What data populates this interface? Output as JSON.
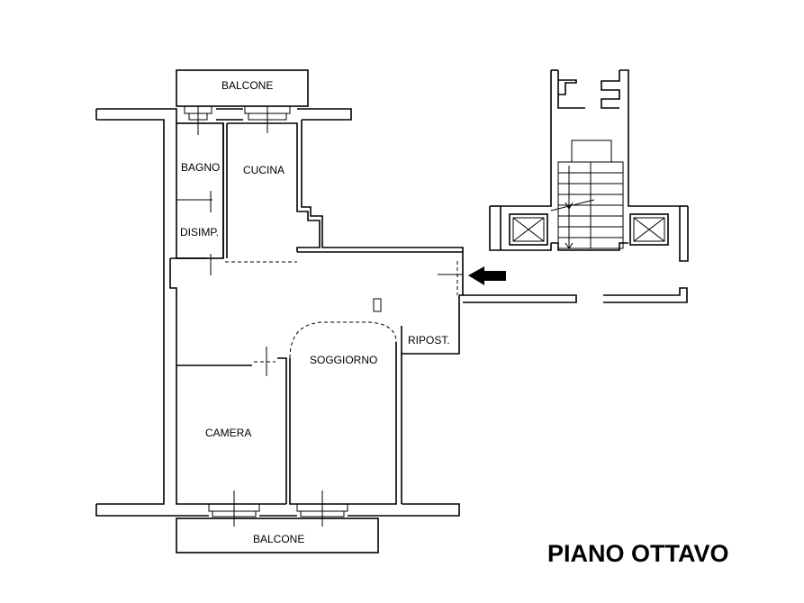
{
  "rooms": {
    "balcone_top": "BALCONE",
    "bagno": "BAGNO",
    "cucina": "CUCINA",
    "disimp": "DISIMP.",
    "ripost": "RIPOST.",
    "soggiorno": "SOGGIORNO",
    "camera": "CAMERA",
    "balcone_bottom": "BALCONE"
  },
  "floor_label": "PIANO OTTAVO",
  "icons": {
    "entrance_arrow": "entrance-arrow-icon",
    "stair": "staircase-icon",
    "lift": "lift-shaft-icon"
  }
}
